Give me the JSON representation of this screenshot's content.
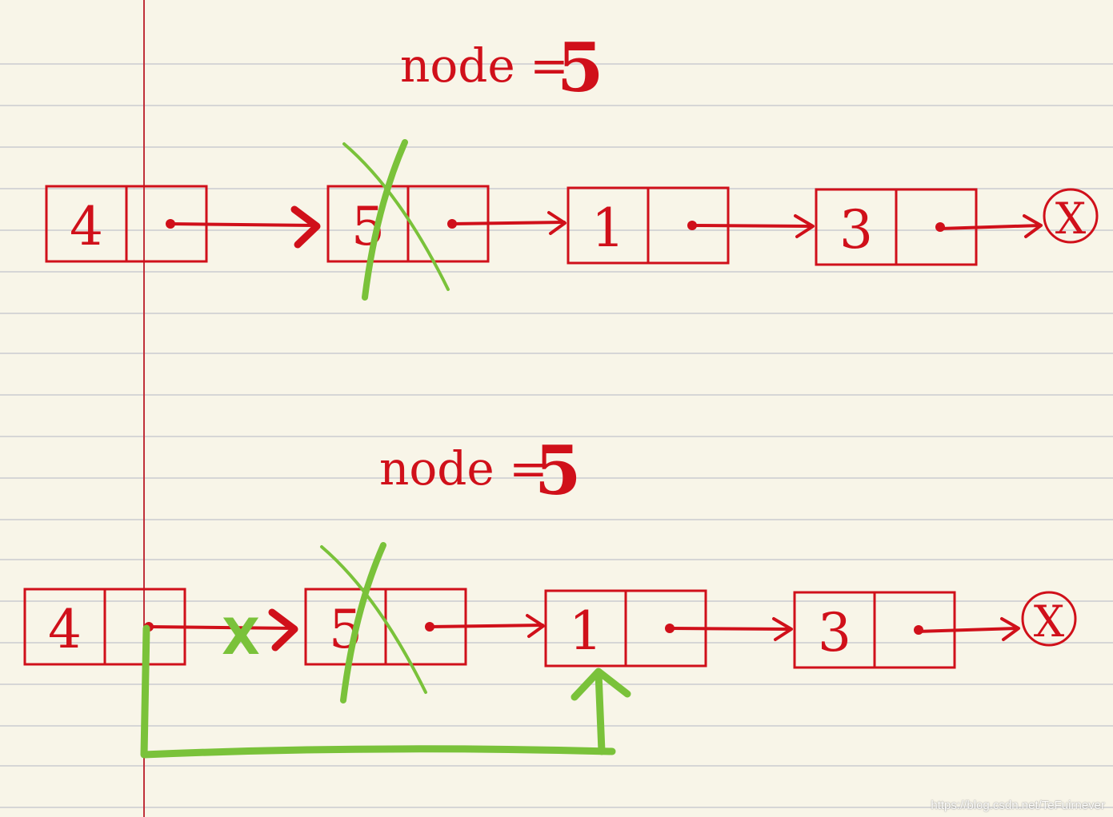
{
  "colors": {
    "paper": "#f8f5e8",
    "rule_line": "#d6d6d6",
    "margin_line": "#c0303a",
    "ink_red": "#d0101a",
    "ink_green": "#7ac23a"
  },
  "diagrams": [
    {
      "label_prefix": "node =",
      "label_value": "5",
      "nodes": [
        "4",
        "5",
        "1",
        "3"
      ],
      "deleted_node": "5",
      "terminal": "X"
    },
    {
      "label_prefix": "node =",
      "label_value": "5",
      "nodes": [
        "4",
        "5",
        "1",
        "3"
      ],
      "deleted_node": "5",
      "terminal": "X",
      "removed_link_mark": "X"
    }
  ],
  "watermark": "https://blog.csdn.net/TeFuirnever"
}
